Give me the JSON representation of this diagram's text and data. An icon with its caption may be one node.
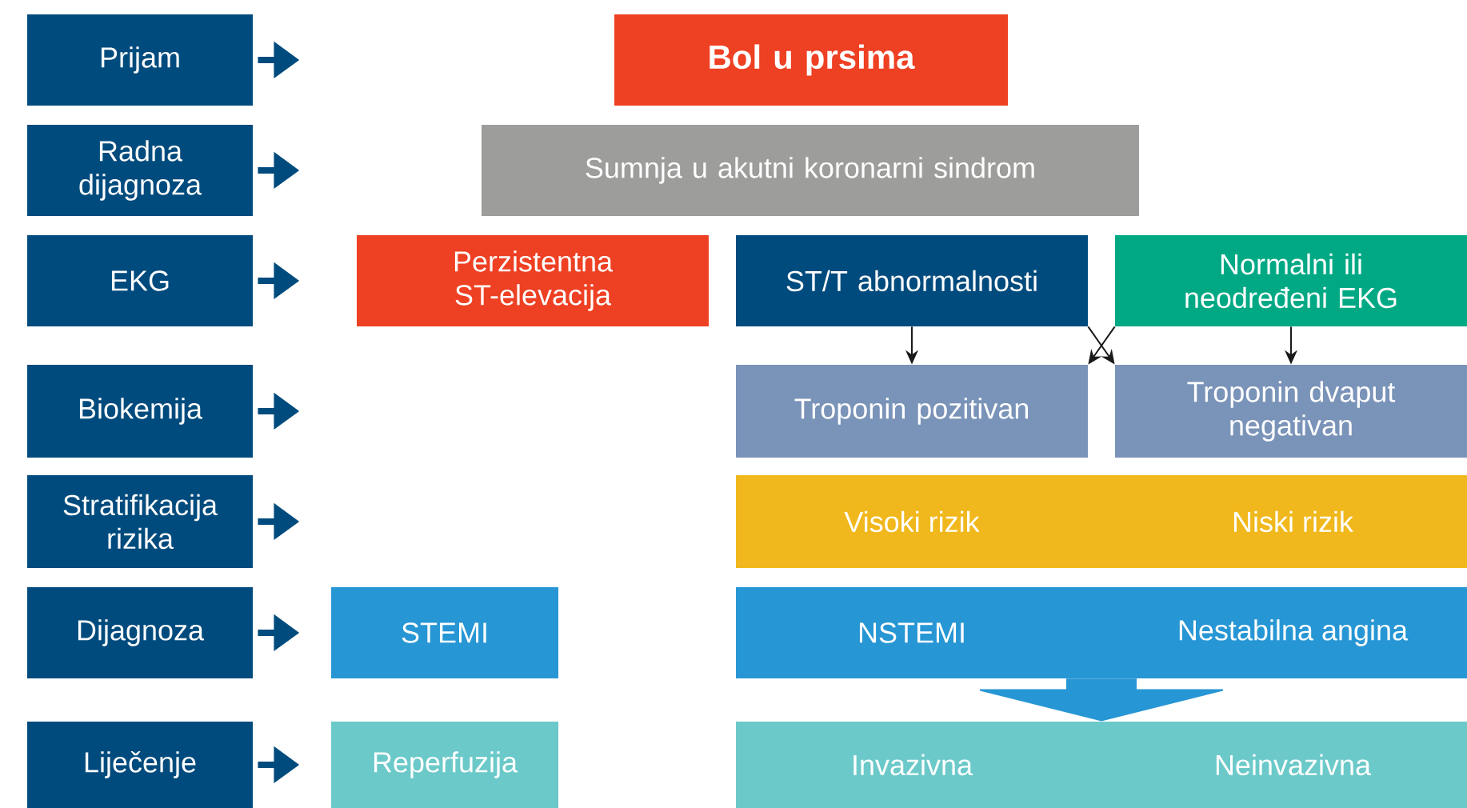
{
  "diagram": {
    "nodes": [
      {
        "text": [
          "Prijam"
        ]
      },
      {
        "text": [
          "Radna dijagnoza"
        ]
      },
      {
        "text": [
          "EKG"
        ]
      },
      {
        "text": [
          "Biokemija"
        ]
      },
      {
        "text": [
          "Stratifikacija rizika"
        ]
      },
      {
        "text": [
          "Dijagnoza"
        ]
      },
      {
        "text": [
          "Liječenje"
        ]
      },
      {
        "text": [
          "Bol u prsima"
        ]
      },
      {
        "text": [
          "Sumnja u akutni koronarni sindrom"
        ]
      },
      {
        "text": [
          "Perzistentna ST-elevacija"
        ]
      },
      {
        "text": [
          "ST/T abnormalnosti"
        ]
      },
      {
        "text": [
          "Normalni ili neodređeni EKG"
        ]
      },
      {
        "text": [
          "Troponin pozitivan"
        ]
      },
      {
        "text": [
          "Troponin dvaput negativan"
        ]
      },
      {
        "text": [
          "Visoki rizik",
          "Niski rizik"
        ]
      },
      {
        "text": [
          "STEMI"
        ]
      },
      {
        "text": [
          "NSTEMI",
          "Nestabilna angina"
        ]
      },
      {
        "text": [
          "Reperfuzija"
        ]
      },
      {
        "text": [
          "Invazivna",
          "Neinvazivna"
        ]
      }
    ],
    "edges": [
      {
        "from": 0,
        "to": null,
        "arrow": "to"
      },
      {
        "from": 1,
        "to": null,
        "arrow": "to"
      },
      {
        "from": 2,
        "to": null,
        "arrow": "to"
      },
      {
        "from": 3,
        "to": null,
        "arrow": "to"
      },
      {
        "from": 4,
        "to": null,
        "arrow": "to"
      },
      {
        "from": 5,
        "to": null,
        "arrow": "to"
      },
      {
        "from": 6,
        "to": null,
        "arrow": "to"
      },
      {
        "from": 10,
        "to": 12,
        "arrow": "to",
        "color": "#1a1a1a"
      },
      {
        "from": 10,
        "to": 13,
        "arrow": "to",
        "color": "#1a1a1a"
      },
      {
        "from": 11,
        "to": 12,
        "arrow": "to",
        "color": "#1a1a1a"
      },
      {
        "from": 11,
        "to": 13,
        "arrow": "to",
        "color": "#1a1a1a"
      },
      {
        "from": 16,
        "to": 18,
        "arrow": "to",
        "style": "thick",
        "color": "#2796d4"
      }
    ]
  }
}
